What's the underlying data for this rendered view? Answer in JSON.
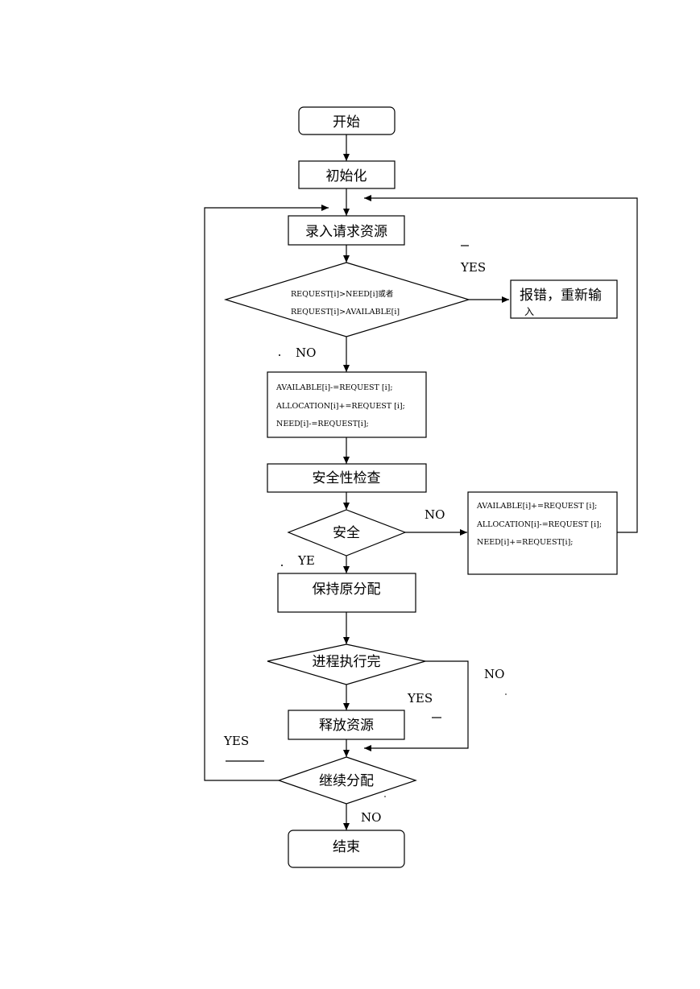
{
  "nodes": {
    "start": "开始",
    "init": "初始化",
    "input": "录入请求资源",
    "check_request": [
      "REQUEST[i]>NEED[i]或者",
      "REQUEST[i]>AVAILABLE[i]"
    ],
    "error": [
      "报错，重新输",
      "入"
    ],
    "allocate": [
      "AVAILABLE[i]-=REQUEST [i];",
      "ALLOCATION[i]+=REQUEST [i];",
      "NEED[i]-=REQUEST[i];"
    ],
    "safety_check": "安全性检查",
    "safe": "安全",
    "rollback": [
      "AVAILABLE[i]+=REQUEST [i];",
      "ALLOCATION[i]-=REQUEST [i];",
      "NEED[i]+=REQUEST[i];"
    ],
    "keep": "保持原分配",
    "finished": "进程执行完",
    "release": "释放资源",
    "continue": "继续分配",
    "end": "结束"
  },
  "labels": {
    "yes_error": "YES",
    "no_allocate": "NO",
    "no_unsafe": "NO",
    "yes_safe": "YE",
    "no_unfinished": "NO",
    "yes_finished": "YES",
    "yes_continue": "YES",
    "no_end": "NO"
  }
}
